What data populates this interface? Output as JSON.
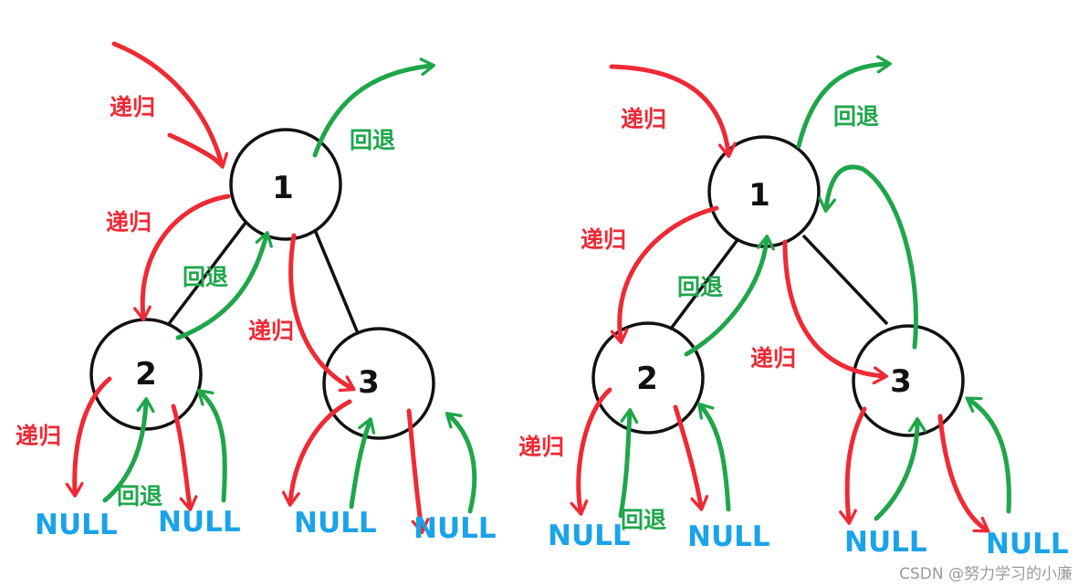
{
  "labels": {
    "recurse": "递归",
    "backtrack": "回退",
    "null": "NULL"
  },
  "nodes": {
    "one": "1",
    "two": "2",
    "three": "3"
  },
  "colors": {
    "recurse_arrow": "#ee2a35",
    "backtrack_arrow": "#1fa64b",
    "null_text": "#1aa3e8",
    "node_outline": "#111111"
  },
  "watermark": "CSDN @努力学习的小廉"
}
